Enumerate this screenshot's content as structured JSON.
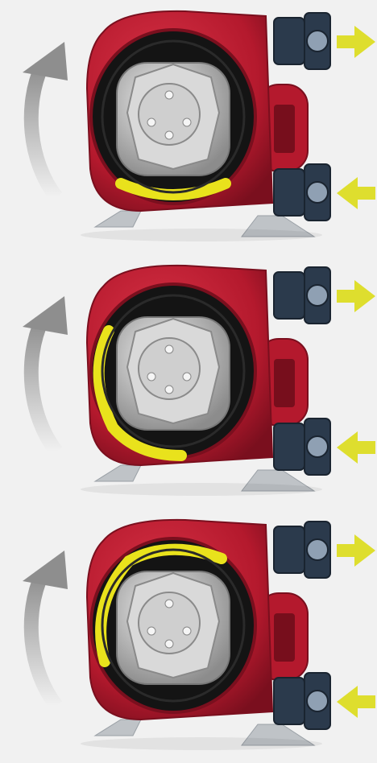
{
  "scene": {
    "panels": [
      {
        "name": "pump-stage-1",
        "hose_fill": "bottom"
      },
      {
        "name": "pump-stage-2",
        "hose_fill": "left"
      },
      {
        "name": "pump-stage-3",
        "hose_fill": "top"
      }
    ],
    "colors": {
      "background": "#f1f1f1",
      "housing": "#b4192d",
      "housing_dark": "#7a0f1e",
      "housing_light": "#d83246",
      "rotor": "#c9c9c9",
      "rotor_dark": "#8c8c8c",
      "hose_yellow": "#e9e21c",
      "flange": "#2b3a4c",
      "flange_light": "#8fa0b3",
      "arrow_yellow": "#dede2e",
      "arrow_grey": "#8e8e8e",
      "base_metal": "#bfc3c7"
    },
    "icons": {
      "rotation": "curved-arrow-up-icon",
      "outlet": "arrow-right-icon",
      "inlet": "arrow-left-icon"
    }
  }
}
